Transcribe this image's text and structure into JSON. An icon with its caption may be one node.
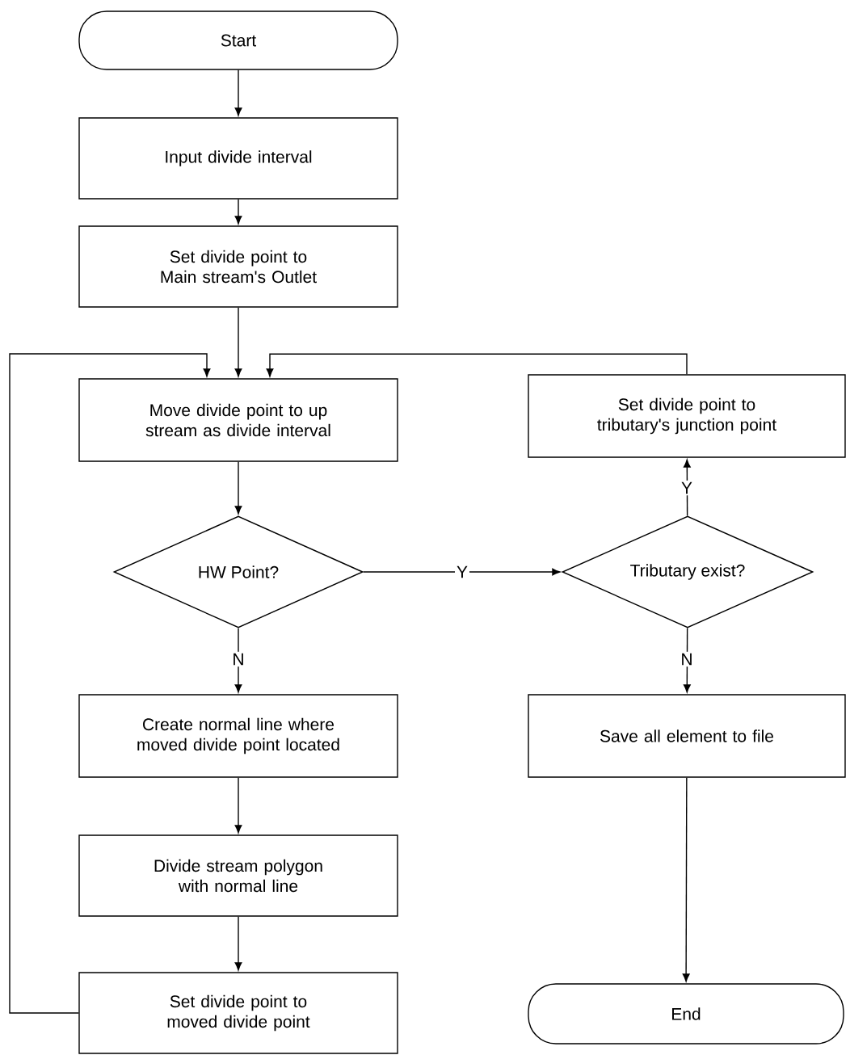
{
  "diagram": {
    "nodes": [
      {
        "text": [
          "Start"
        ]
      },
      {
        "text": [
          "Input divide interval"
        ]
      },
      {
        "text": [
          "Set divide point to Main stream's Outlet"
        ]
      },
      {
        "text": [
          "Move divide point to up stream as divide interval"
        ]
      },
      {
        "text": [
          "Set divide point to tributary's junction point"
        ]
      },
      {
        "text": [
          "HW Point?"
        ]
      },
      {
        "text": [
          "Tributary exist?"
        ]
      },
      {
        "text": [
          "Create normal line where moved divide point located"
        ]
      },
      {
        "text": [
          "Save all element to file"
        ]
      },
      {
        "text": [
          "Divide stream polygon with normal line"
        ]
      },
      {
        "text": [
          "Set divide point to moved divide point"
        ]
      },
      {
        "text": [
          "End"
        ]
      }
    ],
    "edges": [
      {
        "from": 0,
        "to": 1,
        "arrow": "to"
      },
      {
        "from": 1,
        "to": 2,
        "arrow": "to"
      },
      {
        "from": 2,
        "to": 3,
        "arrow": "to"
      },
      {
        "from": 3,
        "to": 5,
        "arrow": "to"
      },
      {
        "from": 5,
        "to": 6,
        "arrow": "to",
        "label": "Y"
      },
      {
        "from": 5,
        "to": 7,
        "arrow": "to",
        "label": "N"
      },
      {
        "from": 6,
        "to": 4,
        "arrow": "to",
        "label": "Y"
      },
      {
        "from": 6,
        "to": 8,
        "arrow": "to",
        "label": "N"
      },
      {
        "from": 7,
        "to": 9,
        "arrow": "to"
      },
      {
        "from": 9,
        "to": 10,
        "arrow": "to"
      },
      {
        "from": 10,
        "to": 3,
        "arrow": "to"
      },
      {
        "from": 4,
        "to": 3,
        "arrow": "to"
      },
      {
        "from": 8,
        "to": 11,
        "arrow": "to"
      }
    ]
  }
}
